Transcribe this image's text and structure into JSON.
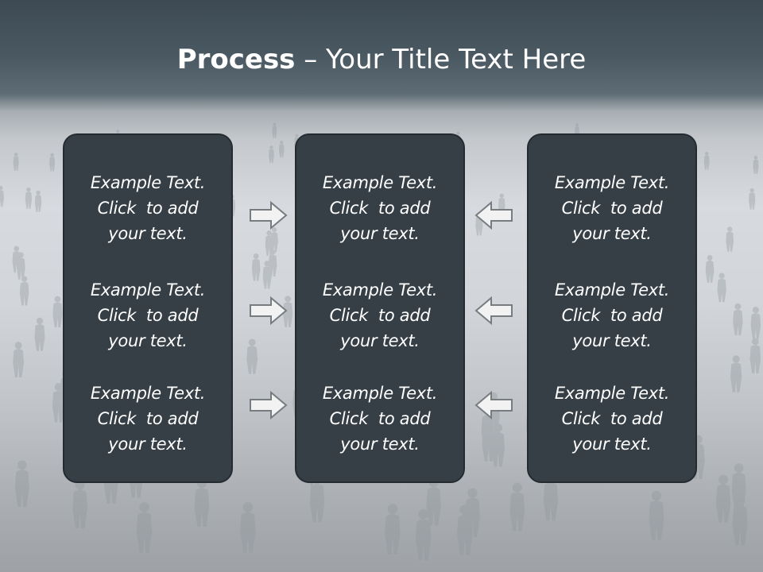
{
  "slide": {
    "title_bold": "Process",
    "title_rest": " – Your Title Text Here"
  },
  "columns": [
    {
      "items": [
        {
          "line1": "Example Text.",
          "line2": "Click  to add",
          "line3": "your text."
        },
        {
          "line1": "Example Text.",
          "line2": "Click  to add",
          "line3": "your text."
        },
        {
          "line1": "Example Text.",
          "line2": "Click  to add",
          "line3": "your text."
        }
      ]
    },
    {
      "items": [
        {
          "line1": "Example Text.",
          "line2": "Click  to add",
          "line3": "your text."
        },
        {
          "line1": "Example Text.",
          "line2": "Click  to add",
          "line3": "your text."
        },
        {
          "line1": "Example Text.",
          "line2": "Click  to add",
          "line3": "your text."
        }
      ]
    },
    {
      "items": [
        {
          "line1": "Example Text.",
          "line2": "Click  to add",
          "line3": "your text."
        },
        {
          "line1": "Example Text.",
          "line2": "Click  to add",
          "line3": "your text."
        },
        {
          "line1": "Example Text.",
          "line2": "Click  to add",
          "line3": "your text."
        }
      ]
    }
  ],
  "arrows": {
    "left_group": "arrow-right-icon",
    "right_group": "arrow-left-icon"
  },
  "colors": {
    "panel": "#363f46",
    "arrow_fill": "#f2f2f2",
    "arrow_stroke": "#777c80"
  }
}
